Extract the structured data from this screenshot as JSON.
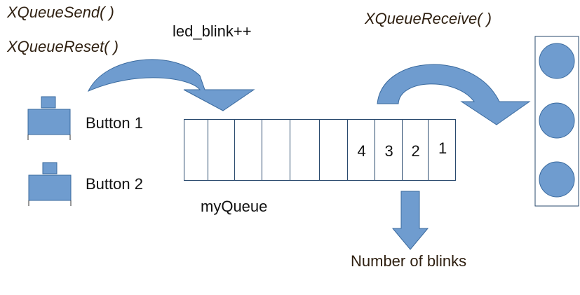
{
  "labels": {
    "queue_send": "XQueueSend( )",
    "queue_reset": "XQueueReset( )",
    "led_blink": "led_blink++",
    "queue_receive": "XQueueReceive( )",
    "button1": "Button 1",
    "button2": "Button 2",
    "queue_name": "myQueue",
    "blinks": "Number of blinks"
  },
  "queue": {
    "cells": [
      "",
      "",
      "",
      "",
      "",
      "",
      "4",
      "3",
      "2",
      "1"
    ]
  },
  "colors": {
    "shape_fill": "#6f9ccf",
    "shape_stroke": "#3a6a9e",
    "text": "#2e1f10"
  }
}
